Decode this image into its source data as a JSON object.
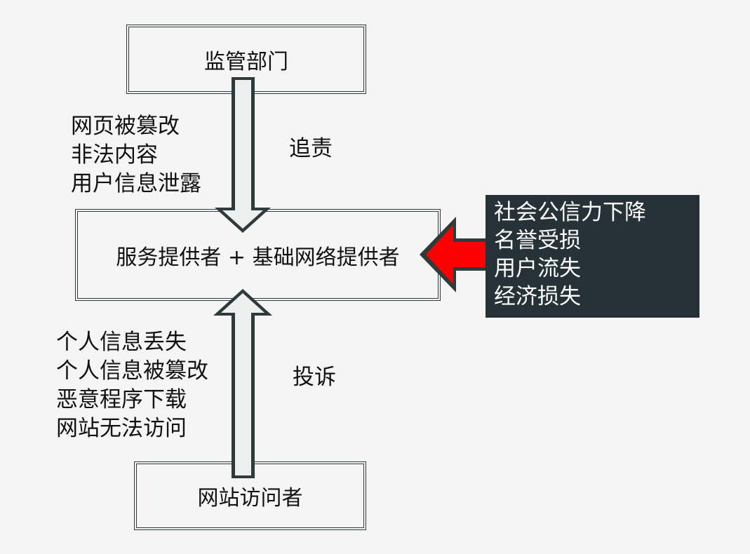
{
  "diagram": {
    "top_box": {
      "label": "监管部门"
    },
    "center_box": {
      "label": "服务提供者 + 基础网络提供者"
    },
    "bottom_box": {
      "label": "网站访问者"
    },
    "top_arrow_label": "追责",
    "bottom_arrow_label": "投诉",
    "top_left_list": [
      "网页被篡改",
      "非法内容",
      "用户信息泄露"
    ],
    "bottom_left_list": [
      "个人信息丢失",
      "个人信息被篡改",
      "恶意程序下载",
      "网站无法访问"
    ],
    "right_panel_list": [
      "社会公信力下降",
      "名誉受损",
      "用户流失",
      "经济损失"
    ],
    "colors": {
      "background": "#f5f5f5",
      "border": "#2f3b3b",
      "arrow_fill": "#eef0f0",
      "red_arrow": "#ff0000",
      "dark_panel": "#263238",
      "panel_text": "#ffffff"
    }
  }
}
